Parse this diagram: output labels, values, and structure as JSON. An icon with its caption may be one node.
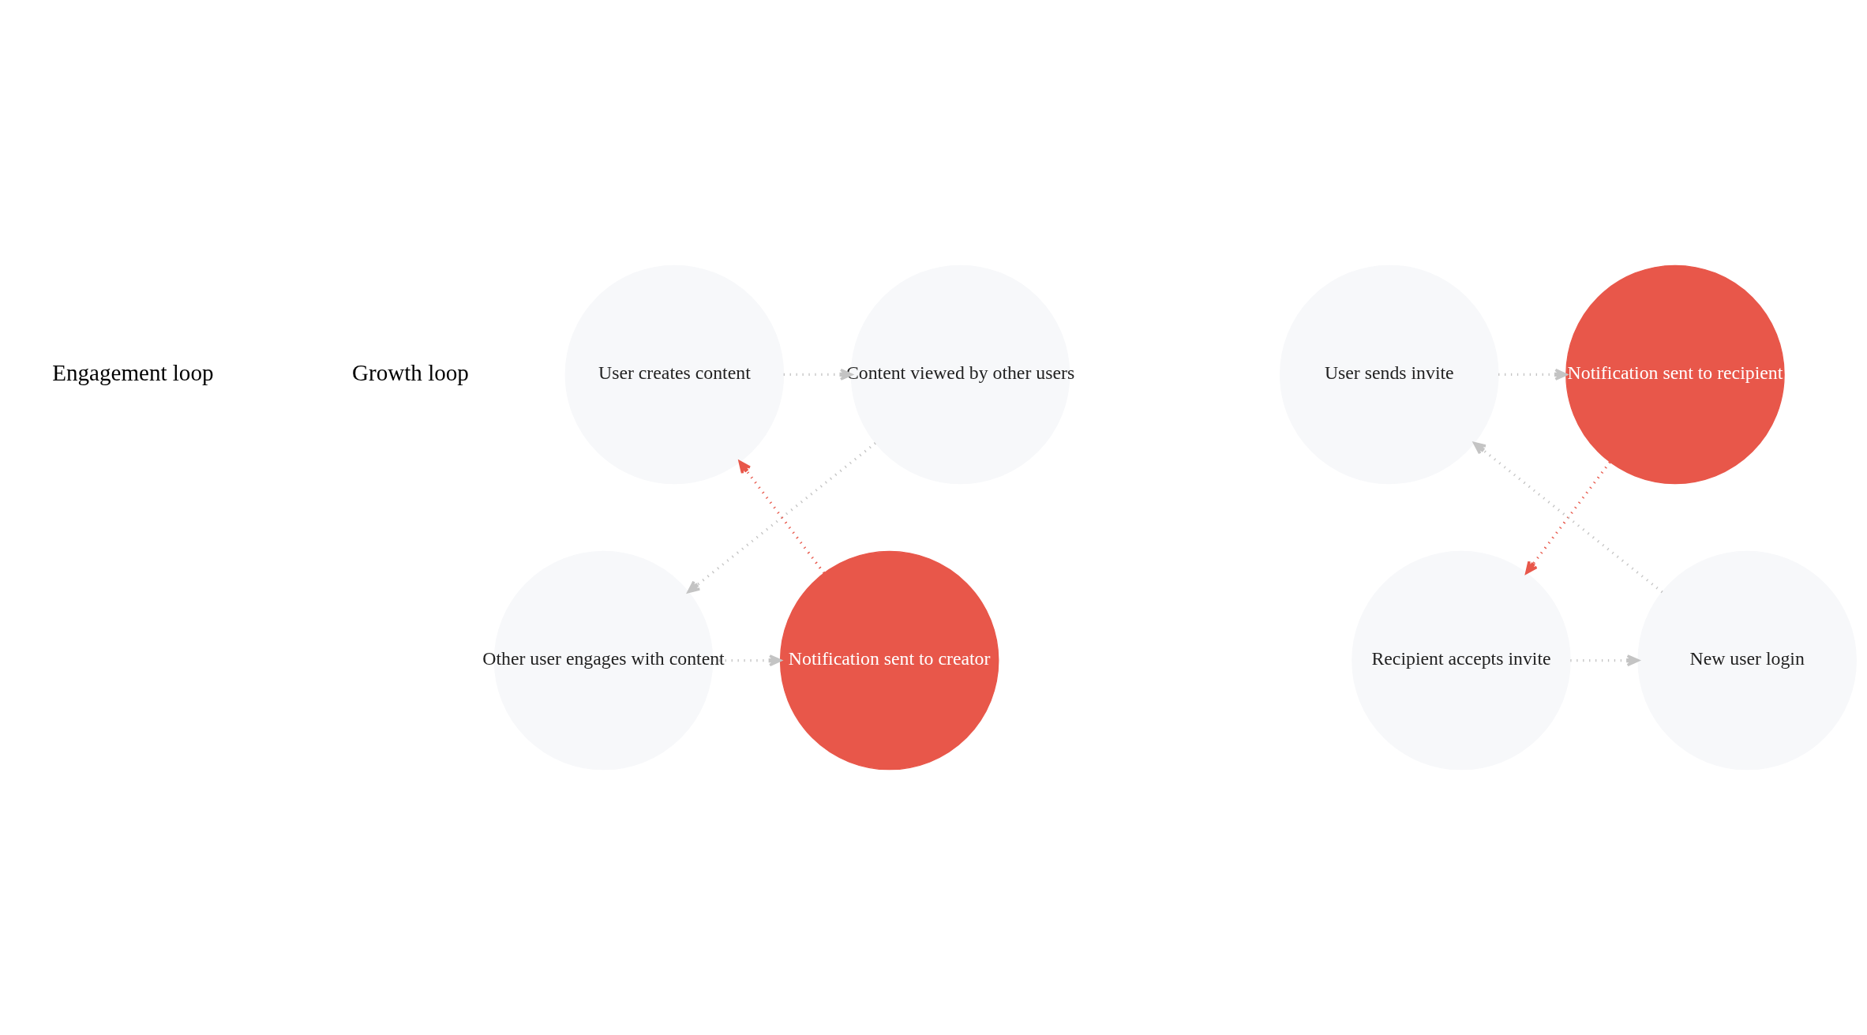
{
  "diagram": {
    "nodes": [
      {
        "text": [
          "User creates content"
        ]
      },
      {
        "text": [
          "Content viewed by other users"
        ]
      },
      {
        "text": [
          "Notification sent to creator"
        ]
      },
      {
        "text": [
          "Other user engages with content"
        ]
      },
      {
        "text": [
          "User sends invite"
        ]
      },
      {
        "text": [
          "Notification sent to recipient"
        ]
      },
      {
        "text": [
          "New user login"
        ]
      },
      {
        "text": [
          "Recipient accepts invite"
        ]
      }
    ],
    "edges": [
      {
        "from": 0,
        "to": 1,
        "arrow": "to",
        "style": "dashed"
      },
      {
        "from": 1,
        "to": 3,
        "arrow": "to",
        "style": "dashed"
      },
      {
        "from": 3,
        "to": 2,
        "arrow": "to",
        "style": "dashed"
      },
      {
        "from": 2,
        "to": 0,
        "arrow": "to",
        "style": "dashed",
        "color": "#e8574a"
      },
      {
        "from": 4,
        "to": 5,
        "arrow": "to",
        "style": "dashed"
      },
      {
        "from": 5,
        "to": 7,
        "arrow": "to",
        "style": "dashed",
        "color": "#e8574a"
      },
      {
        "from": 7,
        "to": 6,
        "arrow": "to",
        "style": "dashed"
      },
      {
        "from": 6,
        "to": 4,
        "arrow": "to",
        "style": "dashed"
      }
    ],
    "labels": [
      "Engagement loop",
      "Growth loop"
    ]
  }
}
